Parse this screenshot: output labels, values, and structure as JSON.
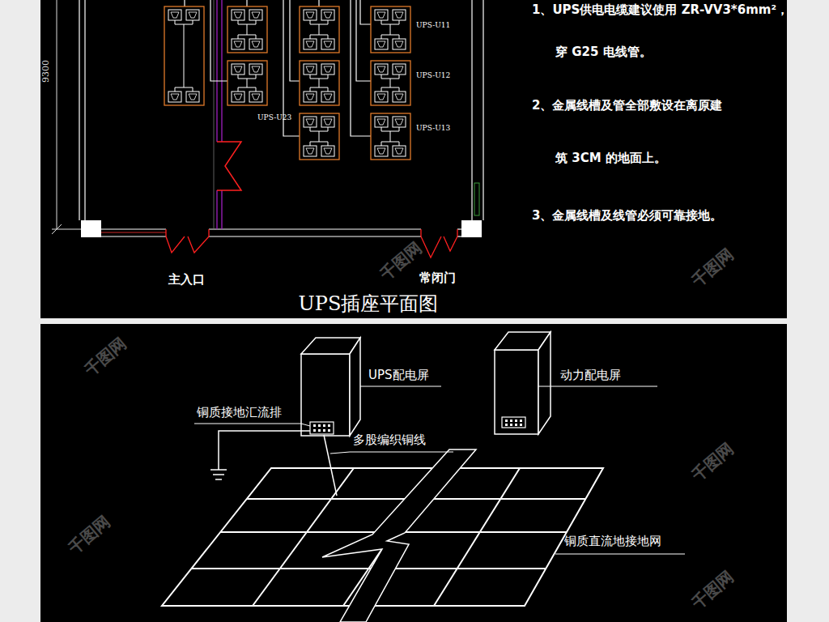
{
  "diagram": {
    "caption": "UPS插座平面图",
    "labels": [
      "9300",
      "UPS-U11",
      "UPS-U12",
      "UPS-U13",
      "UPS-U23",
      "1、UPS供电电缆建议使用 ZR-VV3*6mm²，",
      "穿 G25 电线管。",
      "2、金属线槽及管全部敷设在离原建",
      "筑 3CM 的地面上。",
      "3、金属线槽及线管必须可靠接地。",
      "主入口",
      "常闭门",
      "UPS配电屏",
      "动力配电屏",
      "铜质接地汇流排",
      "多股编织铜线",
      "铜质直流地接地网",
      "千图网",
      "千图网",
      "千图网",
      "千图网",
      "千图网",
      "千图网"
    ]
  }
}
